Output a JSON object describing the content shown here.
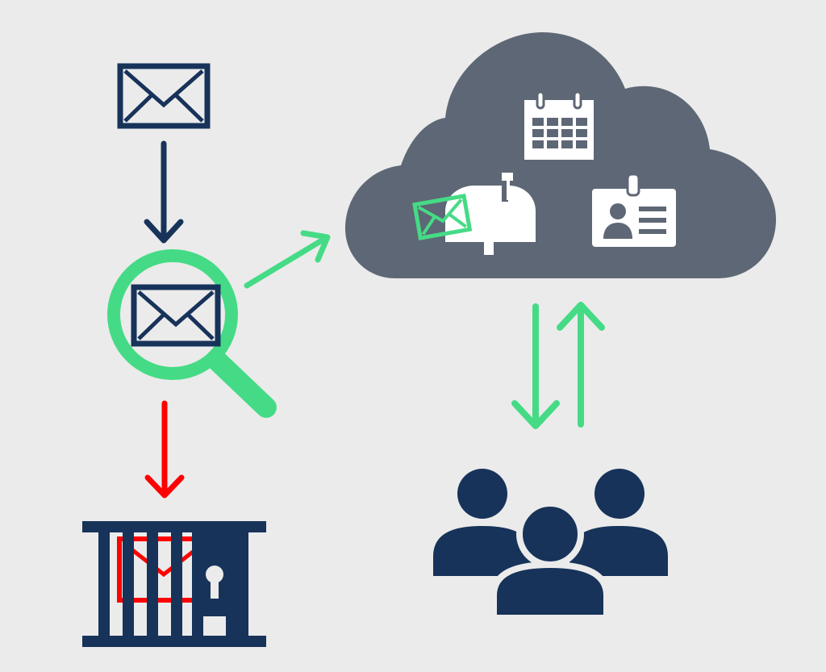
{
  "colors": {
    "background": "#ebebeb",
    "navy": "#17335a",
    "green": "#45db86",
    "red": "#ff0000",
    "cloud": "#5e6775",
    "white": "#ffffff"
  },
  "nodes": [
    {
      "id": "incoming-email",
      "icon": "envelope-icon"
    },
    {
      "id": "email-scanner",
      "icon": "magnifier-envelope-icon"
    },
    {
      "id": "quarantine",
      "icon": "jail-cage-lock-icon"
    },
    {
      "id": "cloud-services",
      "icon": "cloud-icon",
      "children": [
        "calendar-icon",
        "mailbox-icon",
        "id-card-icon"
      ]
    },
    {
      "id": "users",
      "icon": "user-group-icon"
    }
  ],
  "edges": [
    {
      "from": "incoming-email",
      "to": "email-scanner",
      "color": "navy"
    },
    {
      "from": "email-scanner",
      "to": "cloud-services",
      "color": "green"
    },
    {
      "from": "email-scanner",
      "to": "quarantine",
      "color": "red"
    },
    {
      "from": "cloud-services",
      "to": "users",
      "color": "green"
    },
    {
      "from": "users",
      "to": "cloud-services",
      "color": "green"
    }
  ]
}
